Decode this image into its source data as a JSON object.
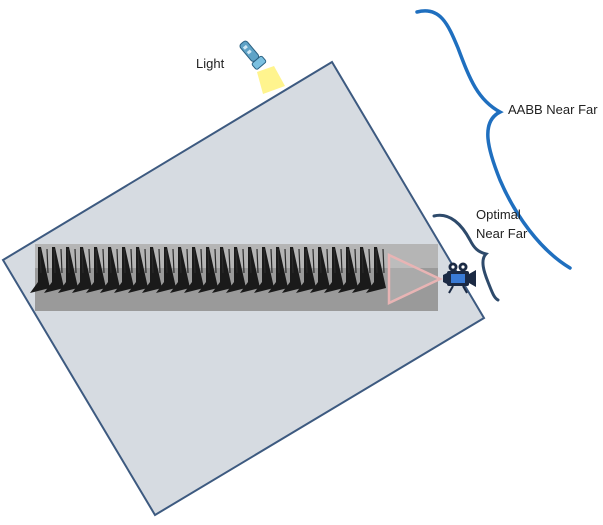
{
  "labels": {
    "light": "Light",
    "aabb": "AABB Near Far",
    "optimal_line1": "Optimal",
    "optimal_line2": "Near Far"
  },
  "icons": {
    "light_source": "flashlight-icon",
    "camera": "movie-camera-icon"
  },
  "colors": {
    "aabb_fill": "#d6dbe1",
    "aabb_stroke": "#3d5a80",
    "aabb_brace": "#1f6fbf",
    "optimal_brace": "#2e4a6b",
    "frustum_stroke": "#e8b4b4",
    "shadow_strip": "#999999",
    "shadow_spikes": "#1a1a1a"
  }
}
